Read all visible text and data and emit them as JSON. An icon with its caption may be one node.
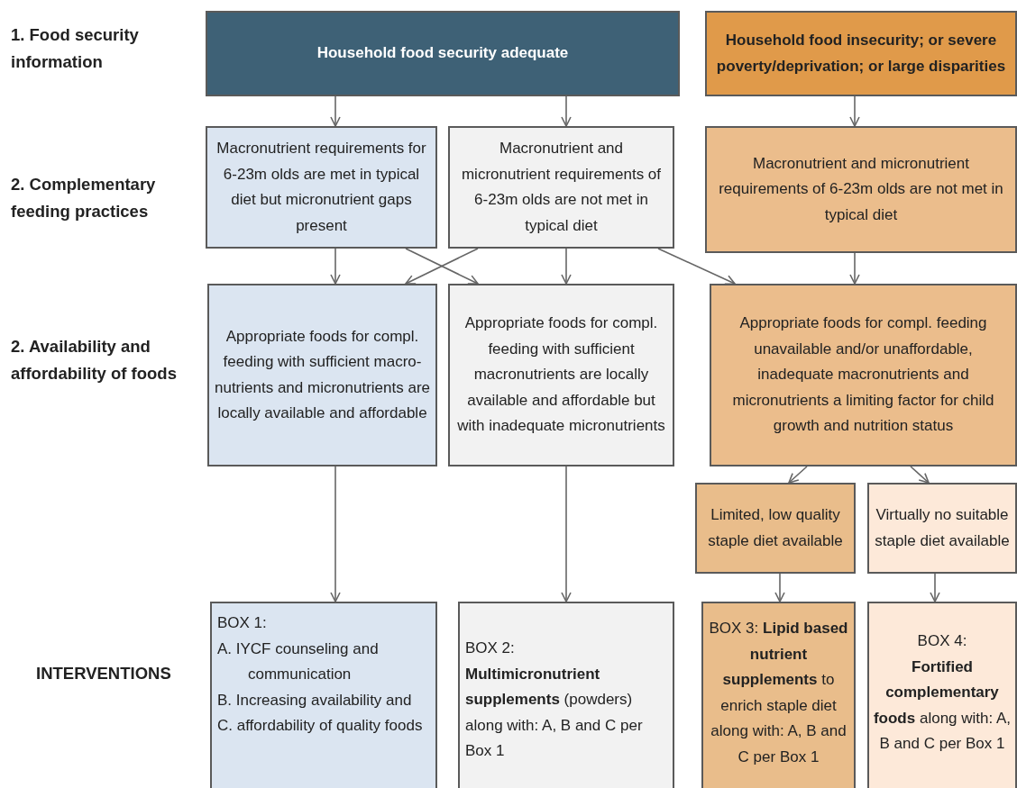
{
  "diagram": {
    "nodes": [
      {
        "text": [
          "Household food security adequate"
        ]
      },
      {
        "text": [
          "Household food insecurity; or severe poverty/deprivation; or large disparities"
        ]
      },
      {
        "text": [
          "Macronutrient requirements for 6-23m olds are met in typical diet but micronutrient gaps present"
        ]
      },
      {
        "text": [
          "Macronutrient and micronutrient requirements of 6-23m olds are not met in typical diet"
        ]
      },
      {
        "text": [
          "Macronutrient and micronutrient requirements of 6-23m olds are not met in typical diet"
        ]
      },
      {
        "text": [
          "Appropriate foods for compl. feeding with sufficient macro-nutrients and micronutrients are locally available and affordable"
        ]
      },
      {
        "text": [
          "Appropriate foods for compl. feeding with sufficient macronutrients are locally available and affordable but with inadequate micronutrients"
        ]
      },
      {
        "text": [
          "Appropriate foods for compl. feeding unavailable and/or unaffordable, inadequate macronutrients and micronutrients a limiting factor for child growth and nutrition status"
        ]
      },
      {
        "text": [
          "Limited, low quality staple diet available"
        ]
      },
      {
        "text": [
          "Virtually no suitable staple diet available"
        ]
      },
      {
        "text": [
          "BOX 1:",
          "A. IYCF counseling and communication",
          "B. Increasing availability and",
          "C. affordability of quality foods"
        ]
      },
      {
        "text": [
          "BOX 2:",
          "**Multimicronutrient supplements** (powders) along with: A, B and C per Box 1"
        ]
      },
      {
        "text": [
          "BOX 3: **Lipid based nutrient supplements** to enrich staple diet along with: A, B and C per Box 1"
        ]
      },
      {
        "text": [
          "BOX 4:",
          "**Fortified complementary foods** along with: A, B and C per Box 1"
        ]
      }
    ],
    "edges": [
      {
        "from": 0,
        "to": 2,
        "arrow": "to"
      },
      {
        "from": 0,
        "to": 3,
        "arrow": "to"
      },
      {
        "from": 1,
        "to": 4,
        "arrow": "to"
      },
      {
        "from": 2,
        "to": 5,
        "arrow": "to"
      },
      {
        "from": 2,
        "to": 6,
        "arrow": "to"
      },
      {
        "from": 3,
        "to": 5,
        "arrow": "to"
      },
      {
        "from": 3,
        "to": 6,
        "arrow": "to"
      },
      {
        "from": 3,
        "to": 7,
        "arrow": "to"
      },
      {
        "from": 4,
        "to": 7,
        "arrow": "to"
      },
      {
        "from": 7,
        "to": 8,
        "arrow": "to"
      },
      {
        "from": 7,
        "to": 9,
        "arrow": "to"
      },
      {
        "from": 5,
        "to": 10,
        "arrow": "to"
      },
      {
        "from": 6,
        "to": 11,
        "arrow": "to"
      },
      {
        "from": 8,
        "to": 12,
        "arrow": "to"
      },
      {
        "from": 9,
        "to": 13,
        "arrow": "to"
      }
    ],
    "labels": [
      "1. Food security information",
      "2. Complementary feeding practices",
      "2. Availability and affordability of foods",
      "INTERVENTIONS"
    ]
  }
}
